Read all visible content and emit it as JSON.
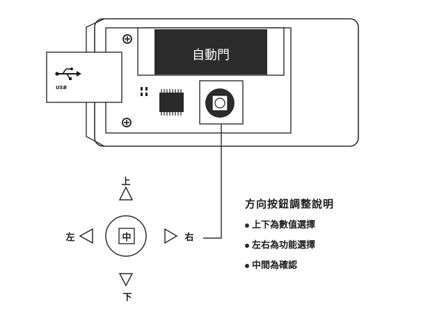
{
  "device": {
    "display_text": "自動門",
    "usb_label": "USB",
    "usb_icon": "usb-icon"
  },
  "dpad": {
    "up_label": "上",
    "down_label": "下",
    "left_label": "左",
    "right_label": "右",
    "center_label": "中"
  },
  "instructions": {
    "title": "方向按鈕調整說明",
    "items": [
      {
        "text": "上下為數值選擇"
      },
      {
        "text": "左右為功能選擇"
      },
      {
        "text": "中間為確認"
      }
    ]
  },
  "colors": {
    "line": "#2a2a2a",
    "display_bg": "#2b2b2b",
    "display_text": "#ffffff",
    "chip": "#2a2a2a",
    "paper": "#ffffff"
  }
}
